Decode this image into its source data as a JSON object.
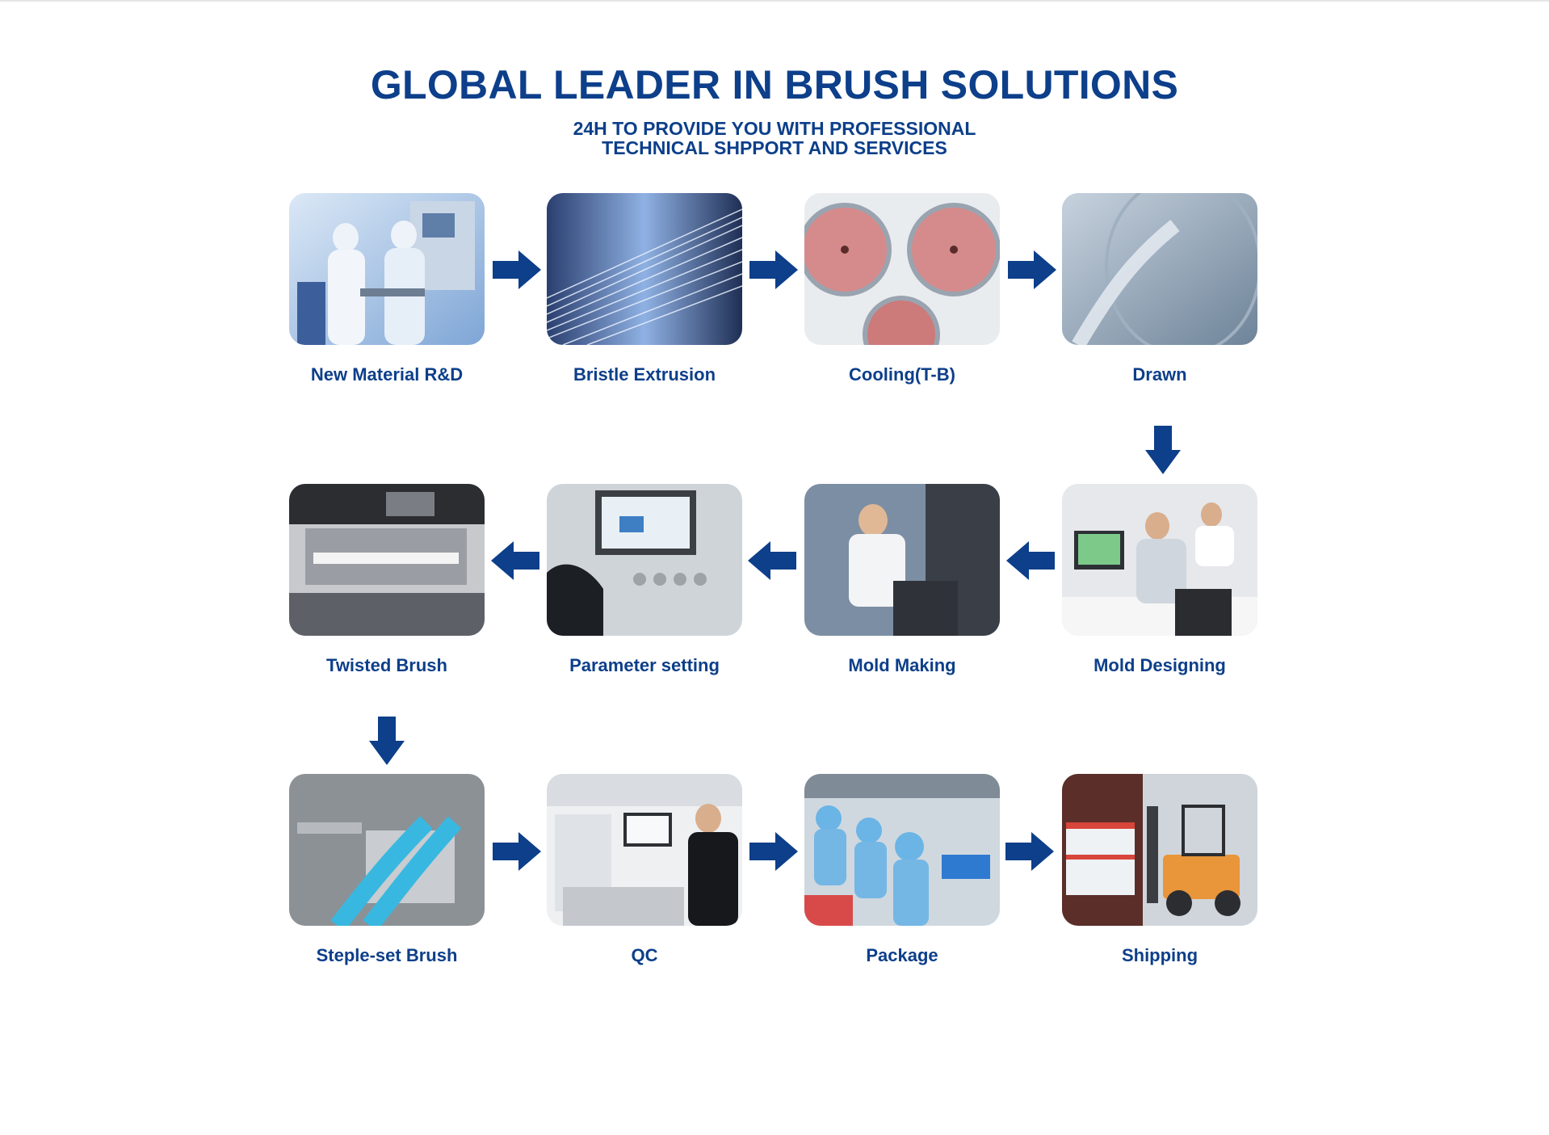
{
  "header": {
    "title": "GLOBAL LEADER IN BRUSH SOLUTIONS",
    "subtitle_line1": "24H TO PROVIDE YOU WITH PROFESSIONAL",
    "subtitle_line2": "TECHNICAL SHPPORT AND SERVICES"
  },
  "steps": [
    {
      "label": "New Material R&D"
    },
    {
      "label": "Bristle Extrusion"
    },
    {
      "label": "Cooling(T-B)"
    },
    {
      "label": "Drawn"
    },
    {
      "label": "Mold Designing"
    },
    {
      "label": "Mold Making"
    },
    {
      "label": "Parameter setting"
    },
    {
      "label": "Twisted Brush"
    },
    {
      "label": "Steple-set Brush"
    },
    {
      "label": "QC"
    },
    {
      "label": "Package"
    },
    {
      "label": "Shipping"
    }
  ],
  "colors": {
    "brand_blue": "#0d3f8a",
    "arrow_blue": "#0d3f8a"
  }
}
